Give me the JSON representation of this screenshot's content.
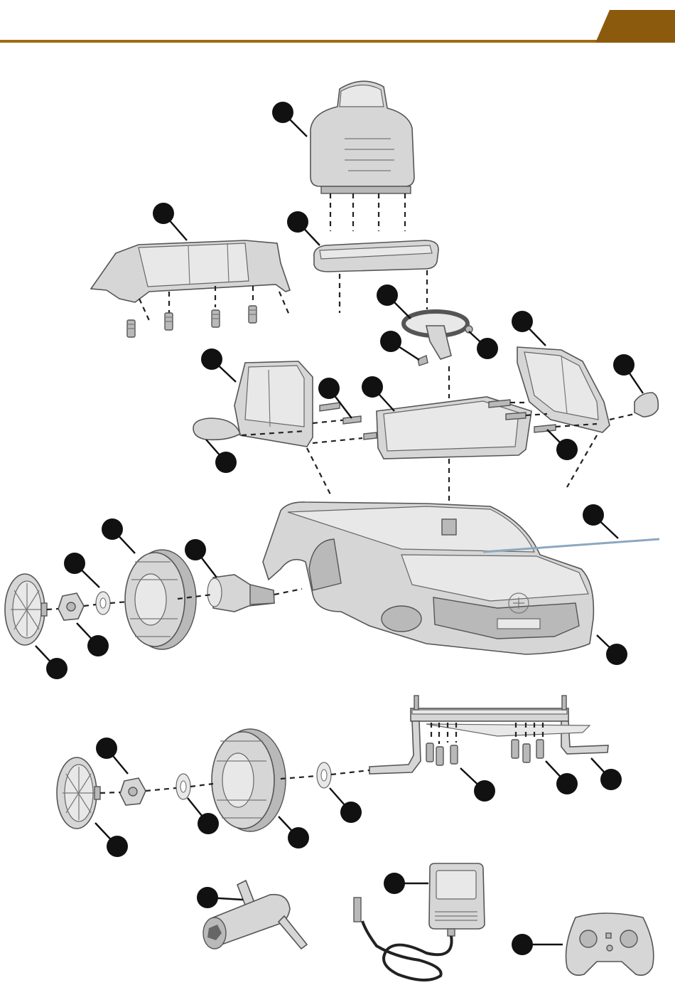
{
  "header": {
    "rule_color": "#a06a10",
    "tab_color": "#8b5a0c"
  },
  "diagram": {
    "callout_color": "#111111",
    "part_fill": "#d6d6d6",
    "parts": [
      {
        "id": "seat-back",
        "icon": "seat-backrest"
      },
      {
        "id": "seat-cushion",
        "icon": "seat-cushion"
      },
      {
        "id": "rear-panel",
        "icon": "rear-panel"
      },
      {
        "id": "steering-wheel",
        "icon": "steering-wheel"
      },
      {
        "id": "left-side-panel",
        "icon": "side-panel"
      },
      {
        "id": "dashboard",
        "icon": "dashboard-panel"
      },
      {
        "id": "right-side-panel",
        "icon": "side-panel"
      },
      {
        "id": "side-mirror",
        "icon": "mirror"
      },
      {
        "id": "car-body",
        "icon": "car-body"
      },
      {
        "id": "windshield-rod",
        "icon": "rod"
      },
      {
        "id": "front-wheel",
        "icon": "wheel"
      },
      {
        "id": "hub-cap",
        "icon": "hub-cap"
      },
      {
        "id": "nut",
        "icon": "nut"
      },
      {
        "id": "washer",
        "icon": "washer"
      },
      {
        "id": "motor-gearbox",
        "icon": "gearbox"
      },
      {
        "id": "rear-axle-frame",
        "icon": "axle-frame"
      },
      {
        "id": "screws",
        "icon": "screw"
      },
      {
        "id": "wrench",
        "icon": "wrench"
      },
      {
        "id": "charger",
        "icon": "charger"
      },
      {
        "id": "remote-control",
        "icon": "remote-control"
      }
    ]
  }
}
